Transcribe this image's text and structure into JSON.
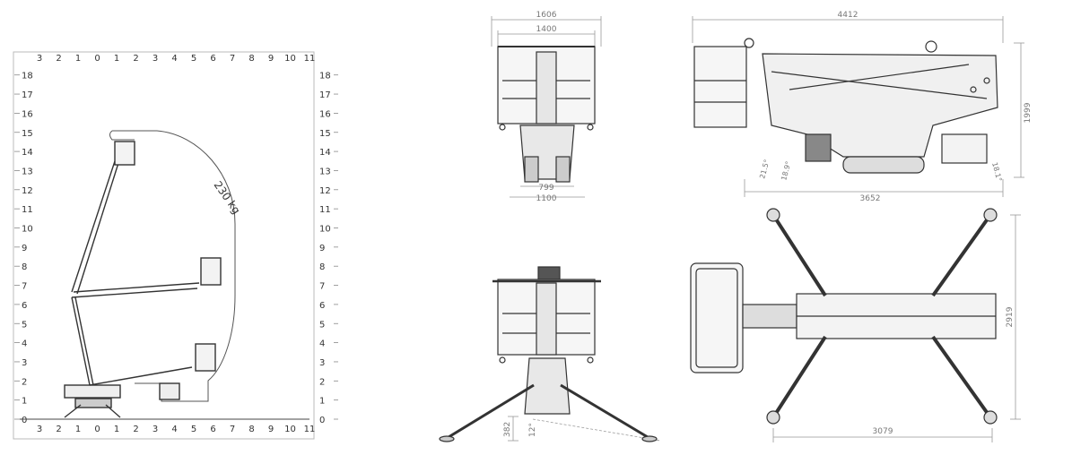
{
  "envelope_chart": {
    "x_ticks_top": [
      "3",
      "2",
      "1",
      "0",
      "1",
      "2",
      "3",
      "4",
      "5",
      "6",
      "7",
      "8",
      "9",
      "10",
      "11"
    ],
    "x_ticks_bottom": [
      "3",
      "2",
      "1",
      "0",
      "1",
      "2",
      "3",
      "4",
      "5",
      "6",
      "7",
      "8",
      "9",
      "10",
      "11"
    ],
    "y_ticks": [
      "0",
      "1",
      "2",
      "3",
      "4",
      "5",
      "6",
      "7",
      "8",
      "9",
      "10",
      "11",
      "12",
      "13",
      "14",
      "15",
      "16",
      "17",
      "18"
    ],
    "load_label": "230 kg"
  },
  "front_view": {
    "width_outer": "1606",
    "width_basket": "1400",
    "track_inner": "799",
    "track_outer": "1100"
  },
  "side_view": {
    "length_total": "4412",
    "height_stowed": "1999",
    "track_length": "3652",
    "angle_front": "21.5°",
    "angle_approach": "18.9°",
    "angle_rear": "18.1°"
  },
  "stabilized_front_view": {
    "ground_clearance": "382",
    "angle_slope": "12°"
  },
  "top_view": {
    "footprint_width": "2919",
    "footprint_length": "3079"
  }
}
